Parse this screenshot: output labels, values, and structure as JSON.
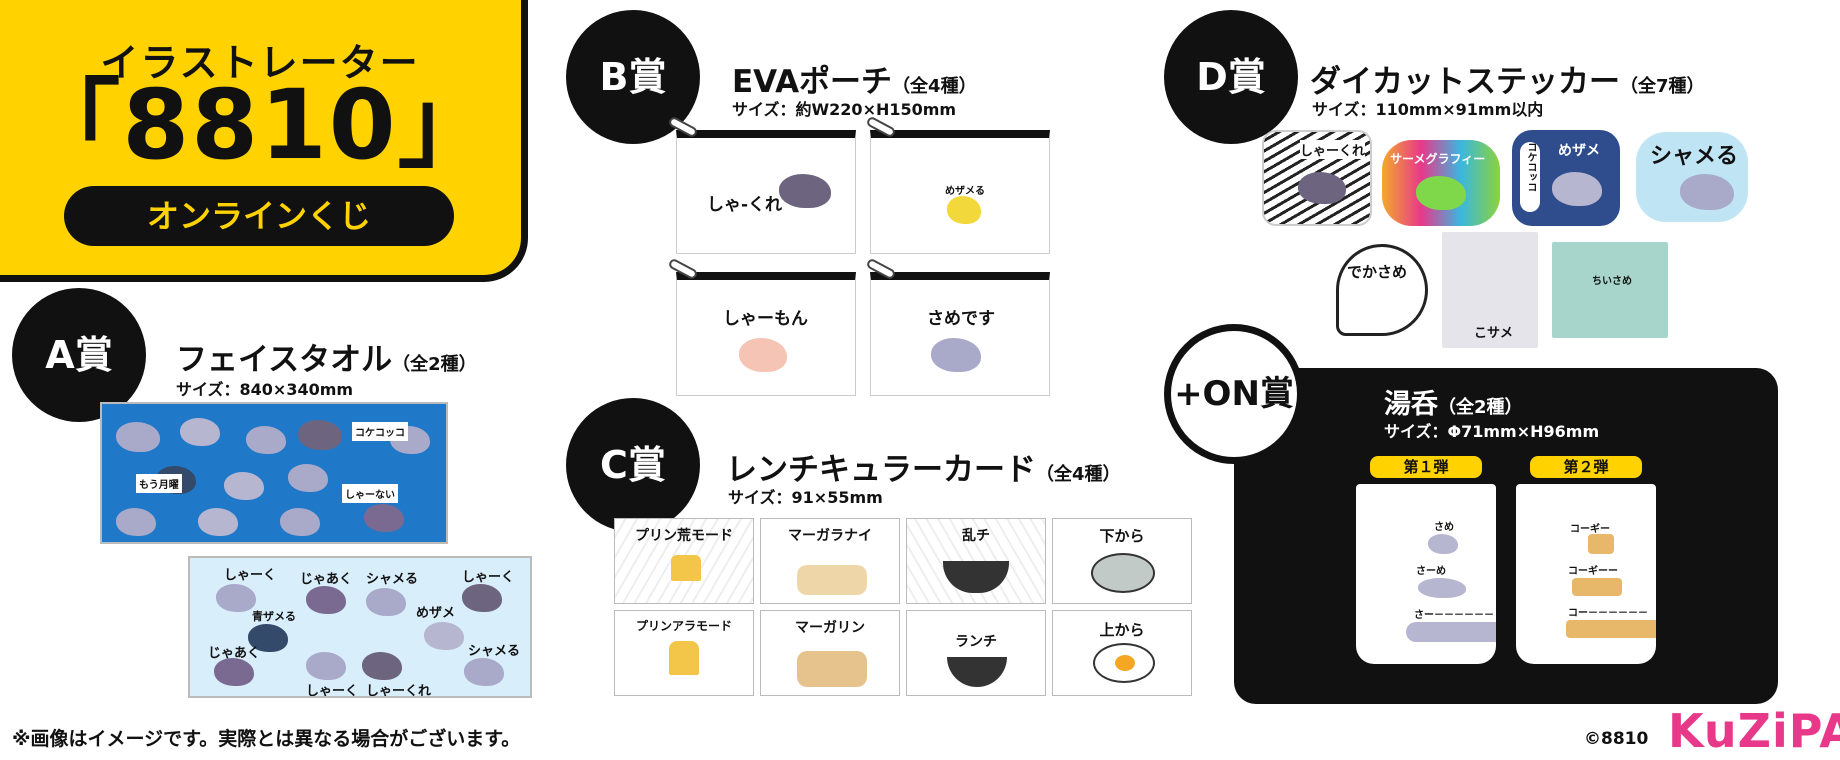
{
  "title": {
    "subtitle": "イラストレーター",
    "main": "「8810」",
    "pill": "オンラインくじ"
  },
  "prizes": {
    "a": {
      "badge": "A賞",
      "name": "フェイスタオル",
      "kinds": "（全2種）",
      "size": "サイズ：840×340mm",
      "towel_blue_words": [
        "もう月曜",
        "コケコッコ",
        "しゃーない"
      ],
      "towel_light_words": [
        "しゃーく",
        "じゃあく",
        "シャメる",
        "しゃーく",
        "青ザメる",
        "めザメ",
        "じゃあく",
        "シャメる",
        "しゃーく",
        "しゃーくれ"
      ]
    },
    "b": {
      "badge": "B賞",
      "name": "EVAポーチ",
      "kinds": "（全4種）",
      "size": "サイズ：約W220×H150mm",
      "pouches": [
        "しゃ-くれ",
        "めザメる",
        "しゃーもん",
        "さめです"
      ]
    },
    "c": {
      "badge": "C賞",
      "name": "レンチキュラーカード",
      "kinds": "（全4種）",
      "size": "サイズ：91×55mm",
      "cards_top": [
        "プリン荒モード",
        "マーガラナイ",
        "乱チ",
        "下から"
      ],
      "cards_bottom": [
        "プリンアラモード",
        "マーガリン",
        "ランチ",
        "上から"
      ]
    },
    "d": {
      "badge": "D賞",
      "name": "ダイカットステッカー",
      "kinds": "（全7種）",
      "size": "サイズ：110mm×91mm以内",
      "stickers": [
        "しゃーくれ",
        "サーメグラフィー",
        "コケコッコ",
        "めザメ",
        "シャメる",
        "でかさめ",
        "こサメ",
        "ちいさめ"
      ]
    },
    "on": {
      "badge": "+ON賞",
      "name": "湯呑",
      "kinds": "（全2種）",
      "size": "サイズ：Φ71mm×H96mm",
      "dan1": "第１弾",
      "dan2": "第２弾",
      "cup1": [
        "さめ",
        "さーめ",
        "さー－－－－－－"
      ],
      "cup2": [
        "コーギー",
        "コーギーー",
        "コー－－－－－－"
      ]
    }
  },
  "footer": {
    "note": "※画像はイメージです。実際とは異なる場合がございます。",
    "copyright": "©8810",
    "logo": "KuZiPA!"
  },
  "colors": {
    "yellow": "#FFD200",
    "black": "#111111",
    "towel_blue": "#1f78c8",
    "towel_light": "#d8eefb",
    "logo_pink": "#e8388a",
    "logo_blue": "#3aa0e0"
  }
}
